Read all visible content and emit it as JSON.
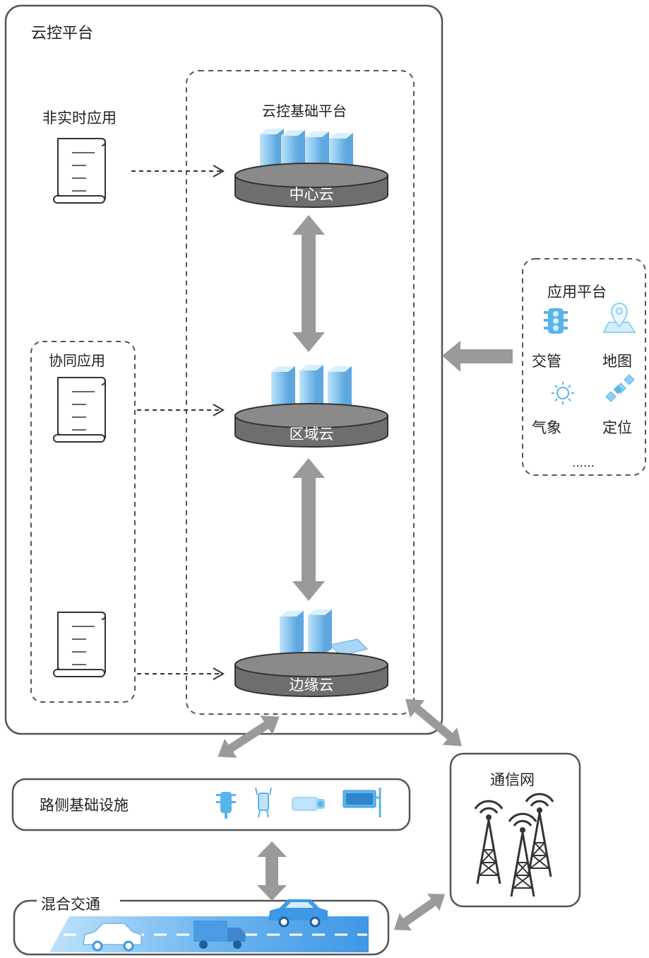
{
  "cloud_platform": {
    "title": "云控平台"
  },
  "base_platform": {
    "title": "云控基础平台"
  },
  "clouds": {
    "center": "中心云",
    "region": "区域云",
    "edge": "边缘云"
  },
  "apps": {
    "non_realtime": "非实时应用",
    "collaborative": "协同应用"
  },
  "app_platform": {
    "title": "应用平台",
    "items": [
      "交管",
      "地图",
      "气象",
      "定位"
    ],
    "more": "……"
  },
  "roadside": {
    "title": "路侧基础设施"
  },
  "network": {
    "title": "通信网"
  },
  "traffic": {
    "title": "混合交通"
  },
  "colors": {
    "border": "#555555",
    "arrow": "#9a9a9a",
    "server_blue": "#8cc8f0",
    "icon_blue": "#5ab4ec",
    "road_blue": "#4aa3ea",
    "disk": "#6e6e6e"
  }
}
